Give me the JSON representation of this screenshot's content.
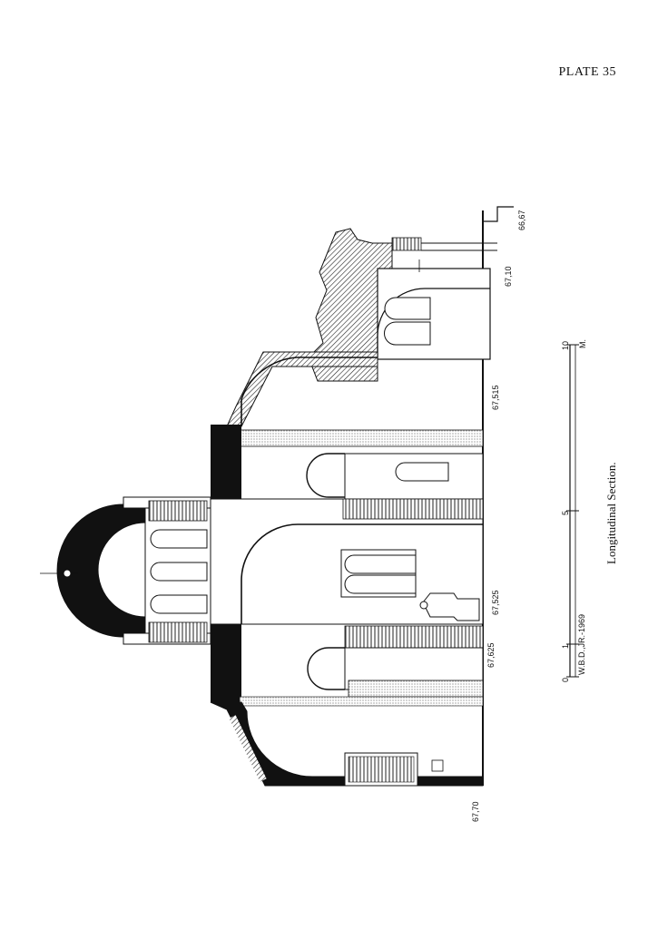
{
  "plate": {
    "title": "PLATE 35"
  },
  "caption": "Longitudinal Section.",
  "credit": "W.B.D.,JR.-1969",
  "scale": {
    "ticks": [
      "0",
      "1",
      "5",
      "10"
    ],
    "unit": "M."
  },
  "elevations": [
    "66,67",
    "67,10",
    "67,515",
    "67,525",
    "67,625",
    "67,70"
  ]
}
